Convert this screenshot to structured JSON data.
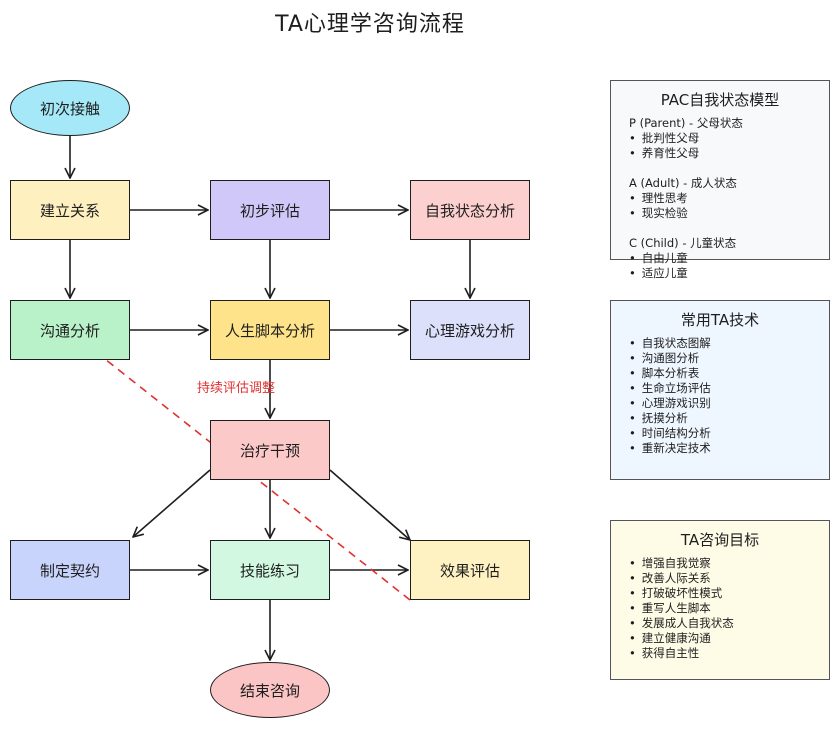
{
  "title": "TA心理学咨询流程",
  "nodes": {
    "first_contact": "初次接触",
    "build_relation": "建立关系",
    "initial_assess": "初步评估",
    "ego_analysis": "自我状态分析",
    "comm_analysis": "沟通分析",
    "script_analysis": "人生脚本分析",
    "game_analysis": "心理游戏分析",
    "intervention": "治疗干预",
    "contract": "制定契约",
    "skill_practice": "技能练习",
    "effect_eval": "效果评估",
    "end_consult": "结束咨询"
  },
  "dashed_label": "持续评估调整",
  "panels": {
    "pac": {
      "title": "PAC自我状态模型",
      "sections": [
        {
          "head": "P (Parent) - 父母状态",
          "items": [
            "批判性父母",
            "养育性父母"
          ]
        },
        {
          "head": "A (Adult) - 成人状态",
          "items": [
            "理性思考",
            "现实检验"
          ]
        },
        {
          "head": "C (Child) - 儿童状态",
          "items": [
            "自由儿童",
            "适应儿童"
          ]
        }
      ]
    },
    "techniques": {
      "title": "常用TA技术",
      "items": [
        "自我状态图解",
        "沟通图分析",
        "脚本分析表",
        "生命立场评估",
        "心理游戏识别",
        "抚摸分析",
        "时间结构分析",
        "重新决定技术"
      ]
    },
    "goals": {
      "title": "TA咨询目标",
      "items": [
        "增强自我觉察",
        "改善人际关系",
        "打破破坏性模式",
        "重写人生脚本",
        "发展成人自我状态",
        "建立健康沟通",
        "获得自主性"
      ]
    }
  },
  "colors": {
    "first_contact": "#a5e8f7",
    "build_relation": "#fff0c0",
    "initial_assess": "#d0c8f8",
    "ego_analysis": "#fdd0d0",
    "comm_analysis": "#b9f2c8",
    "script_analysis": "#ffe38a",
    "game_analysis": "#dde0fb",
    "intervention": "#fcc9c9",
    "contract": "#c8d4fb",
    "skill_practice": "#d2f8e2",
    "effect_eval": "#fff2c2",
    "end_consult": "#fcc5c5",
    "pac_panel": "#f7f9fb",
    "tech_panel": "#eef6ff",
    "goals_panel": "#fefbe6",
    "dashed": "#e03131"
  }
}
